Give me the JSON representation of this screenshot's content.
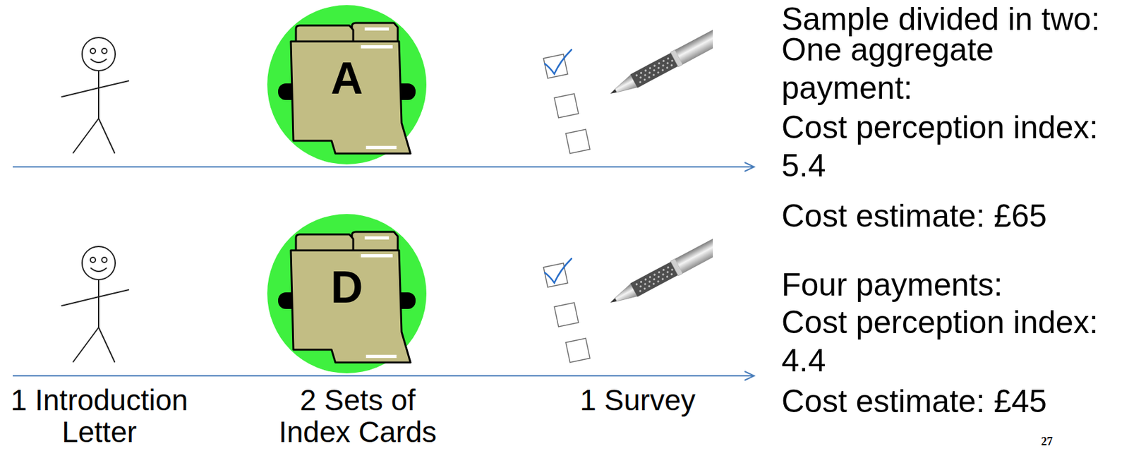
{
  "diagram": {
    "nodes": [
      {
        "text": [
          "A"
        ]
      },
      {
        "text": [
          "D"
        ]
      }
    ],
    "labels": [
      "Sample divided in two:",
      "One aggregate payment:",
      "Cost perception index: 5.4",
      "Cost estimate: £65",
      "Four payments:",
      "Cost perception index: 4.4",
      "Cost estimate: £45",
      "1 Introduction Letter",
      "2 Sets of Index Cards",
      "1 Survey",
      "27"
    ]
  }
}
